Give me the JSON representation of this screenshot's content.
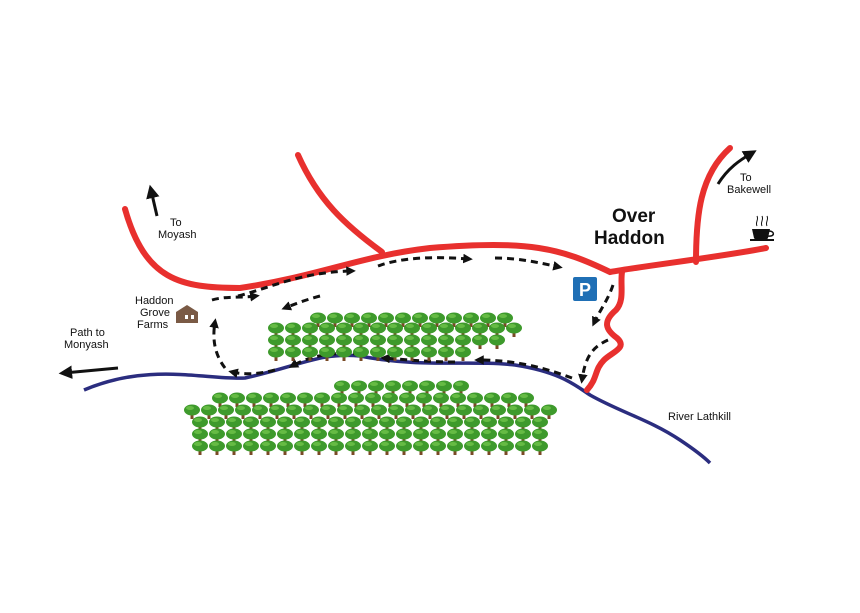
{
  "labels": {
    "moyash": [
      "To",
      "Moyash"
    ],
    "bakewell": [
      "To",
      "Bakewell"
    ],
    "village": [
      "Over",
      "Haddon"
    ],
    "farm": [
      "Haddon",
      "Grove",
      "Farms"
    ],
    "path": [
      "Path to",
      "Monyash"
    ],
    "river": "River Lathkill",
    "parking": "P"
  },
  "colors": {
    "road": "#e8302e",
    "river": "#2b2d7f",
    "trail": "#111111",
    "parking": "#1f6fb5",
    "tree_canopy": "#3e9a2c",
    "tree_trunk": "#7a4a26",
    "farm": "#7a5a45"
  },
  "icons": [
    "parking-icon",
    "cafe-icon",
    "farm-icon",
    "tree-icon",
    "direction-arrow-icon"
  ]
}
